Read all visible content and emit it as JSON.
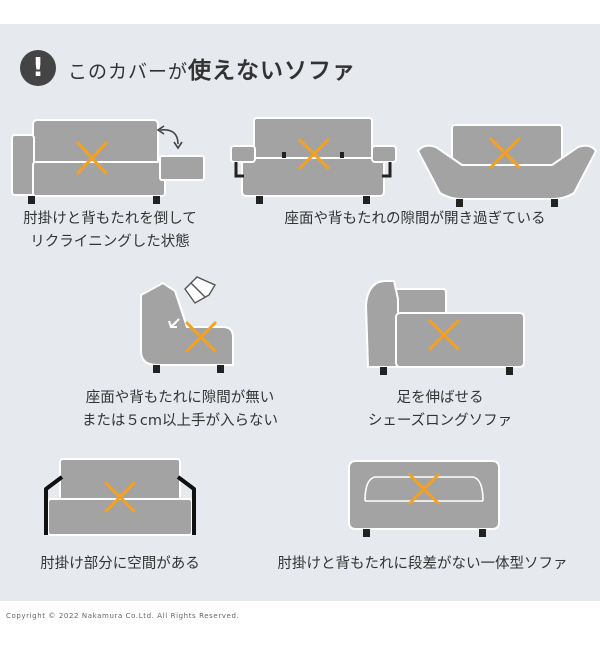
{
  "header": {
    "icon": "exclamation-icon",
    "icon_glyph": "!",
    "title_prefix": "このカバーが",
    "title_main": "使えないソファ"
  },
  "items": [
    {
      "line1": "肘掛けと背もたれを倒して",
      "line2": "リクライニングした状態"
    },
    {
      "line1": "座面や背もたれの隙間が開き過ぎている",
      "line2": ""
    },
    {
      "line1": "座面や背もたれに隙間が無い",
      "line2": "または５cm以上手が入らない"
    },
    {
      "line1": "足を伸ばせる",
      "line2": "シェーズロングソファ"
    },
    {
      "line1": "肘掛け部分に空間がある",
      "line2": ""
    },
    {
      "line1": "肘掛けと背もたれに段差がない一体型ソファ",
      "line2": ""
    }
  ],
  "footer": {
    "copyright": "Copyright © 2022 Nakamura Co.Ltd. All Rights Reserved."
  },
  "colors": {
    "panel_bg": "#e6e9ee",
    "sofa": "#a3a3a3",
    "cross": "#f5a01e"
  }
}
